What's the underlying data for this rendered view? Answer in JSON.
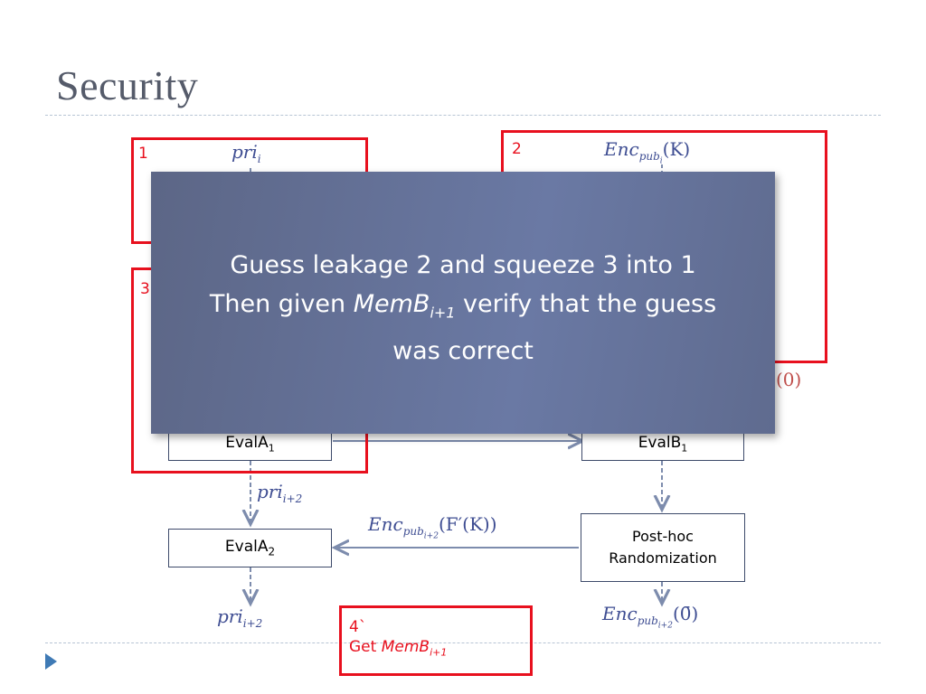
{
  "slide": {
    "title": "Security"
  },
  "left_column": {
    "pri_i": "pri",
    "pri_i_sub": "i",
    "evala1_prefix": "EvalA",
    "evala1_sub": "1",
    "pri_i2_mid": "pri",
    "pri_i2_mid_sub": "i+2",
    "evala2_prefix": "EvalA",
    "evala2_sub": "2",
    "pri_i2_bottom": "pri",
    "pri_i2_bottom_sub": "i+2"
  },
  "right_column": {
    "enc_top": "Enc",
    "enc_top_sub": "pub",
    "enc_top_subsub": "i",
    "enc_top_arg": "(K)",
    "evalb1_prefix": "EvalB",
    "evalb1_sub": "1",
    "posthoc_line1": "Post-hoc",
    "posthoc_line2": "Randomization",
    "enc_bottom": "Enc",
    "enc_bottom_sub": "pub",
    "enc_bottom_subsub": "i+2",
    "enc_bottom_arg": "(0̄)",
    "partial_zero": "(0)"
  },
  "middle": {
    "enc_mid": "Enc",
    "enc_mid_sub": "pub",
    "enc_mid_subsub": "i+2",
    "enc_mid_arg": "(F′(K))"
  },
  "red_labels": {
    "one": "1",
    "two": "2",
    "three": "3",
    "four_num": "4`",
    "four_prefix": "Get ",
    "four_mem": "MemB",
    "four_sub": "i+1"
  },
  "overlay": {
    "line1": "Guess leakage 2 and squeeze 3 into 1",
    "line2_prefix": "Then given ",
    "line2_mem": "MemB",
    "line2_sub": "i+1",
    "line2_suffix": " verify that the guess",
    "line3": "was correct"
  },
  "colors": {
    "accent_red": "#e8101e",
    "arrow": "#8090b0",
    "overlay": "#6573a0"
  }
}
